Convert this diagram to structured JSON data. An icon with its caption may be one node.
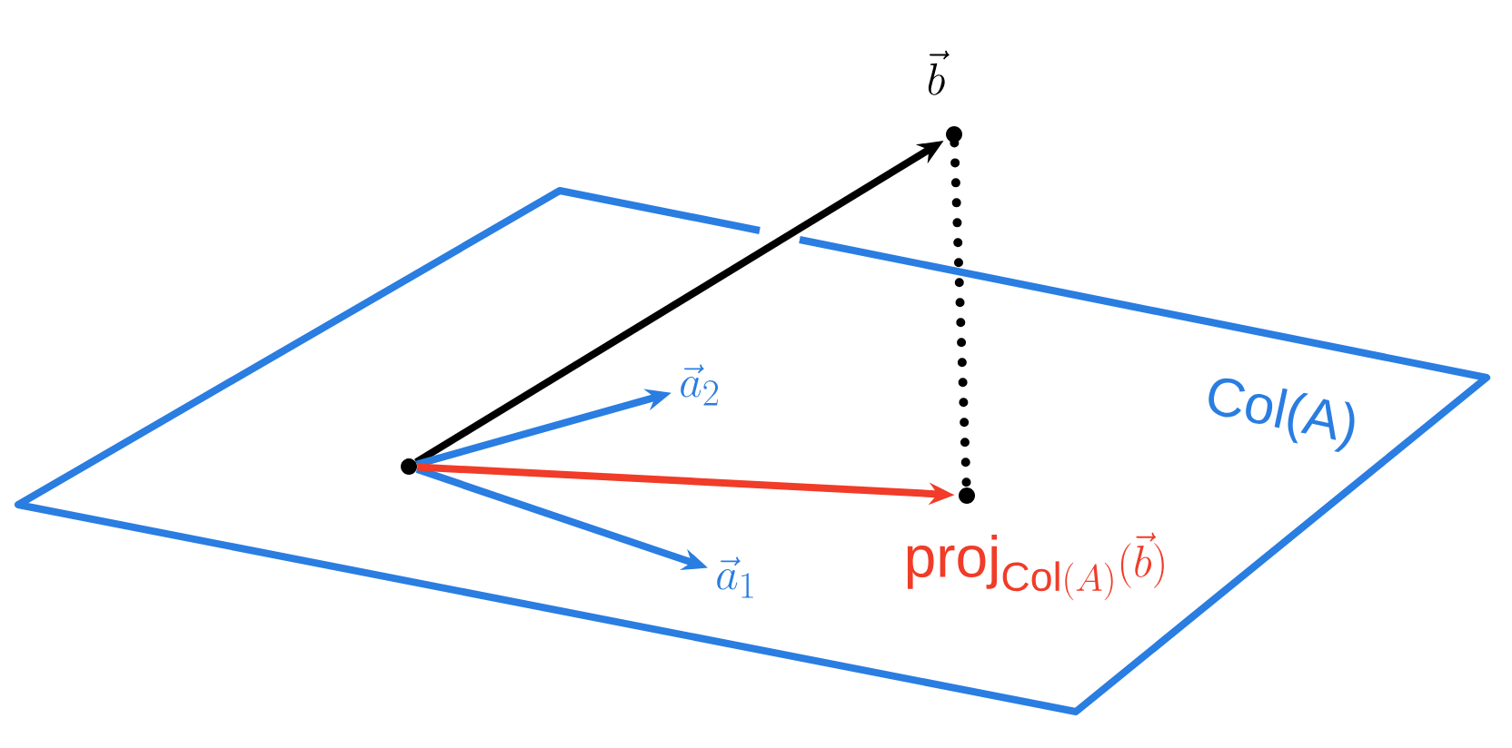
{
  "diagram": {
    "nodes": [
      {
        "text": [
          "Col(A)"
        ]
      },
      {
        "text": [],
        "shape": "circle",
        "in": 0
      },
      {
        "text": [],
        "shape": "circle",
        "beside": [
          "\\vec{b}"
        ]
      },
      {
        "text": [
          "\\vec{a}_2"
        ],
        "in": 0
      },
      {
        "text": [
          "\\vec{a}_1"
        ],
        "in": 0
      },
      {
        "text": [],
        "shape": "circle",
        "in": 0,
        "beside": [
          "\\mathrm{proj}_{\\mathrm{Col}(A)}(\\vec{b})"
        ]
      }
    ],
    "edges": [
      {
        "from": 1,
        "to": 2,
        "arrow": "to",
        "color": "#000000"
      },
      {
        "from": 1,
        "to": 3,
        "arrow": "to",
        "color": "#2a7de1"
      },
      {
        "from": 1,
        "to": 4,
        "arrow": "to",
        "color": "#2a7de1"
      },
      {
        "from": 1,
        "to": 5,
        "arrow": "to",
        "color": "#f03c28"
      },
      {
        "from": 2,
        "to": 5,
        "arrow": "none",
        "style": "dashed",
        "color": "#000000"
      }
    ]
  }
}
